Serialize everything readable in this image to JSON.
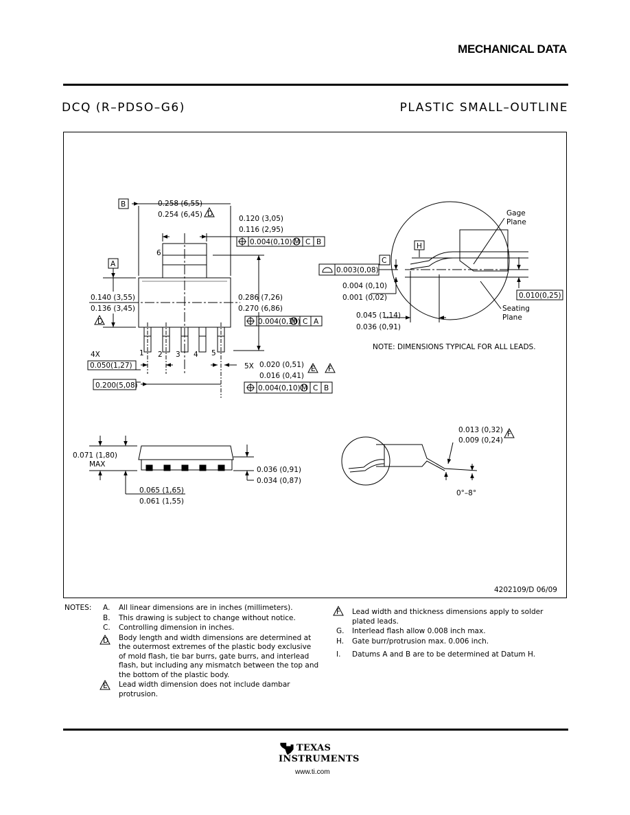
{
  "header": {
    "section_title": "MECHANICAL DATA",
    "package_code": "DCQ (R–PDSO–G6)",
    "package_type": "PLASTIC SMALL–OUTLINE"
  },
  "top_view": {
    "datum_b": "B",
    "datum_a": "A",
    "length_max": "0.258 (6,55)",
    "length_min": "0.254 (6,45)",
    "note_d": "D",
    "tab_width_max": "0.120 (3,05)",
    "tab_width_min": "0.116 (2,95)",
    "tab_fcf_value": "0.004(0,10)",
    "tab_fcf_mod": "M",
    "tab_fcf_d1": "C",
    "tab_fcf_d2": "B",
    "pin6_label": "6",
    "body_width_max": "0.140 (3,55)",
    "body_width_min": "0.136 (3,45)",
    "overall_max": "0.286 (7,26)",
    "overall_min": "0.270 (6,86)",
    "overall_fcf_value": "0.004(0,10)",
    "overall_fcf_mod": "M",
    "overall_fcf_d1": "C",
    "overall_fcf_d2": "A",
    "pins": [
      "1",
      "2",
      "3",
      "4",
      "5"
    ],
    "pitch_count": "4X",
    "pitch": "0.050(1,27)",
    "span": "0.200(5,08)",
    "lead_count": "5X",
    "lead_width_max": "0.020 (0,51)",
    "lead_width_min": "0.016 (0,41)",
    "note_e": "E",
    "note_f": "F",
    "lead_fcf_value": "0.004(0,10)",
    "lead_fcf_mod": "M",
    "lead_fcf_d1": "C",
    "lead_fcf_d2": "B"
  },
  "side_detail": {
    "gage_plane_1": "Gage",
    "gage_plane_2": "Plane",
    "datum_h": "H",
    "datum_c": "C",
    "coplanarity": "0.003(0,08)",
    "standoff_max": "0.004 (0,10)",
    "standoff_min": "0.001 (0,02)",
    "gage": "0.010(0,25)",
    "seating_plane_1": "Seating",
    "seating_plane_2": "Plane",
    "foot_max": "0.045 (1,14)",
    "foot_min": "0.036 (0,91)",
    "note": "NOTE: DIMENSIONS TYPICAL FOR ALL LEADS."
  },
  "front_view": {
    "height_max": "0.071 (1,80)",
    "height_max_label": "MAX",
    "body_thk_max": "0.065 (1,65)",
    "body_thk_min": "0.061 (1,55)",
    "lead_height_max": "0.036 (0,91)",
    "lead_height_min": "0.034 (0,87)"
  },
  "lead_detail": {
    "lead_thk_max": "0.013 (0,32)",
    "lead_thk_min": "0.009 (0,24)",
    "note_f": "F",
    "angle": "0°–8°"
  },
  "drawing_number": "4202109/D 06/09",
  "notes": {
    "heading": "NOTES:",
    "left": [
      {
        "mark": "A.",
        "lines": [
          "All linear dimensions are in inches (millimeters)."
        ]
      },
      {
        "mark": "B.",
        "lines": [
          "This drawing is subject to change without notice."
        ]
      },
      {
        "mark": "C.",
        "lines": [
          "Controlling dimension in inches."
        ]
      },
      {
        "mark": "D",
        "lines": [
          " Body length and width dimensions are determined at",
          "the outermost extremes of the plastic body exclusive",
          "of mold flash, tie bar burrs, gate burrs, and interlead",
          "flash, but including any mismatch between the top and",
          "the bottom of the plastic body."
        ]
      },
      {
        "mark": "E",
        "lines": [
          " Lead width dimension does not include dambar",
          "protrusion."
        ]
      }
    ],
    "right": [
      {
        "mark": "F",
        "lines": [
          " Lead width and thickness dimensions apply to solder",
          "plated leads."
        ]
      },
      {
        "mark": "G.",
        "lines": [
          "Interlead flash allow 0.008 inch max."
        ]
      },
      {
        "mark": "H.",
        "lines": [
          "Gate burr/protrusion max. 0.006 inch."
        ]
      },
      {
        "mark": "I.",
        "lines": [
          "Datums A and B are to be determined at Datum H."
        ]
      }
    ]
  },
  "footer": {
    "brand_line1": "TEXAS",
    "brand_line2": "INSTRUMENTS",
    "url": "www.ti.com"
  }
}
